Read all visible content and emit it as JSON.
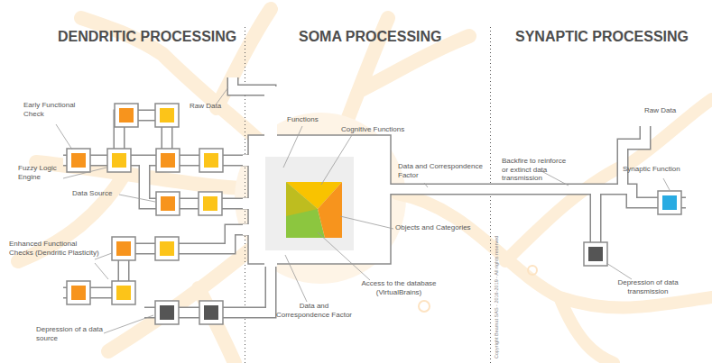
{
  "diagram": {
    "labels": [
      "DENDRITIC PROCESSING",
      "SOMA PROCESSING",
      "SYNAPTIC PROCESSING",
      "Raw Data",
      "Early Functional Check",
      "Fuzzy Logic Engine",
      "Data Source",
      "Enhanced Functional Checks (Dendritic Plasticity)",
      "Depression of a data source",
      "Functions",
      "Cognitive Functions",
      "Objects and Categories",
      "Access to the database (VirtualBrains)",
      "Data and Correspondence Factor",
      "Data and Correspondence Factor",
      "Backfire to reinforce or extinct data transmission",
      "Raw Data",
      "Synaptic Function",
      "Depression of data transmission",
      "Copyright Beamat SAS - 2016-2019 - All rights reserved"
    ]
  }
}
